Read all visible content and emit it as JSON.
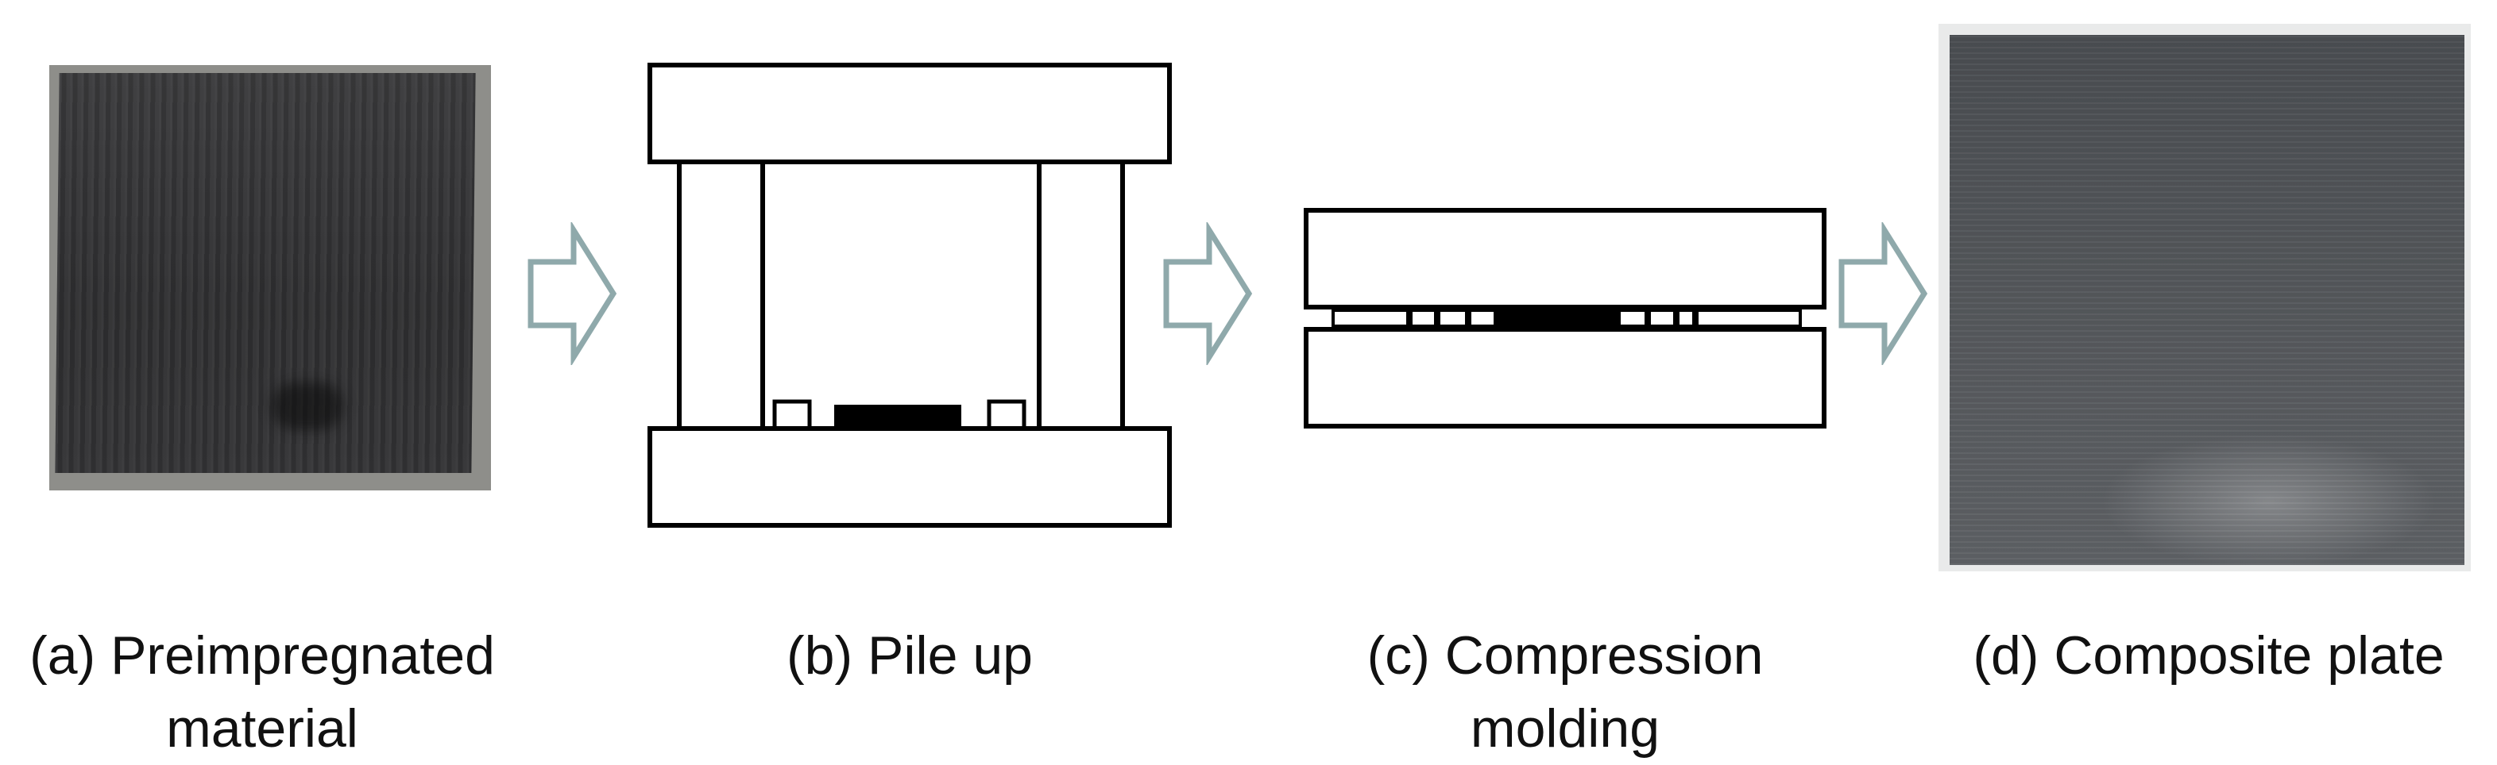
{
  "figure": {
    "panels": [
      {
        "id": "a",
        "caption_line1": "(a) Preimpregnated",
        "caption_line2": "material"
      },
      {
        "id": "b",
        "caption_line1": "(b) Pile up",
        "caption_line2": ""
      },
      {
        "id": "c",
        "caption_line1": "(c) Compression",
        "caption_line2": "molding"
      },
      {
        "id": "d",
        "caption_line1": "(d) Composite plate",
        "caption_line2": ""
      }
    ],
    "colors": {
      "arrow_stroke": "#8fa9ab",
      "line": "#000000",
      "sample": "#000000",
      "background": "#ffffff"
    }
  }
}
